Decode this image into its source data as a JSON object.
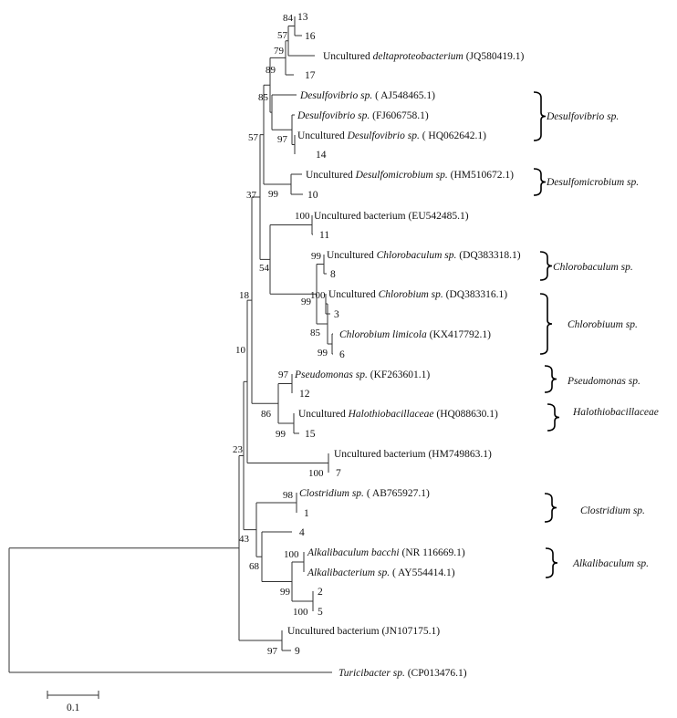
{
  "tree": {
    "leaves": {
      "l13": [
        {
          "t": "13",
          "i": false
        }
      ],
      "l16": [
        {
          "t": "16",
          "i": false
        }
      ],
      "jq580419": [
        {
          "t": "Uncultured ",
          "i": false
        },
        {
          "t": "deltaproteobacterium",
          "i": true
        },
        {
          "t": " (JQ580419.1)",
          "i": false
        }
      ],
      "l17": [
        {
          "t": "17",
          "i": false
        }
      ],
      "aj548465": [
        {
          "t": "Desulfovibrio sp.",
          "i": true
        },
        {
          "t": " ( AJ548465.1)",
          "i": false
        }
      ],
      "fj606758": [
        {
          "t": "Desulfovibrio sp.",
          "i": true
        },
        {
          "t": " (FJ606758.1)",
          "i": false
        }
      ],
      "hq062642": [
        {
          "t": "Uncultured ",
          "i": false
        },
        {
          "t": "Desulfovibrio sp.",
          "i": true
        },
        {
          "t": " ( HQ062642.1)",
          "i": false
        }
      ],
      "l14": [
        {
          "t": "14",
          "i": false
        }
      ],
      "hm510672": [
        {
          "t": "Uncultured ",
          "i": false
        },
        {
          "t": "Desulfomicrobium sp.",
          "i": true
        },
        {
          "t": " (HM510672.1)",
          "i": false
        }
      ],
      "l10": [
        {
          "t": "10",
          "i": false
        }
      ],
      "eu542485": [
        {
          "t": "Uncultured bacterium (EU542485.1)",
          "i": false
        }
      ],
      "l11": [
        {
          "t": "11",
          "i": false
        }
      ],
      "dq383318": [
        {
          "t": "Uncultured ",
          "i": false
        },
        {
          "t": "Chlorobaculum sp.",
          "i": true
        },
        {
          "t": " (DQ383318.1)",
          "i": false
        }
      ],
      "l8": [
        {
          "t": "8",
          "i": false
        }
      ],
      "dq383316": [
        {
          "t": "Uncultured ",
          "i": false
        },
        {
          "t": "Chlorobium sp.",
          "i": true
        },
        {
          "t": " (DQ383316.1)",
          "i": false
        }
      ],
      "l3": [
        {
          "t": "3",
          "i": false
        }
      ],
      "kx417792": [
        {
          "t": "Chlorobium limicola",
          "i": true
        },
        {
          "t": " (KX417792.1)",
          "i": false
        }
      ],
      "l6": [
        {
          "t": "6",
          "i": false
        }
      ],
      "kf263601": [
        {
          "t": "Pseudomonas sp.",
          "i": true
        },
        {
          "t": " (KF263601.1)",
          "i": false
        }
      ],
      "l12": [
        {
          "t": "12",
          "i": false
        }
      ],
      "hq088630": [
        {
          "t": "Uncultured ",
          "i": false
        },
        {
          "t": "Halothiobacillaceae",
          "i": true
        },
        {
          "t": " (HQ088630.1)",
          "i": false
        }
      ],
      "l15": [
        {
          "t": "15",
          "i": false
        }
      ],
      "hm749863": [
        {
          "t": "Uncultured bacterium (HM749863.1)",
          "i": false
        }
      ],
      "l7": [
        {
          "t": "7",
          "i": false
        }
      ],
      "ab765927": [
        {
          "t": "Clostridium sp.",
          "i": true
        },
        {
          "t": " ( AB765927.1)",
          "i": false
        }
      ],
      "l1": [
        {
          "t": "1",
          "i": false
        }
      ],
      "l4": [
        {
          "t": "4",
          "i": false
        }
      ],
      "nr116669": [
        {
          "t": "Alkalibaculum bacchi",
          "i": true
        },
        {
          "t": " (NR 116669.1)",
          "i": false
        }
      ],
      "ay554414": [
        {
          "t": "Alkalibacterium sp.",
          "i": true
        },
        {
          "t": " ( AY554414.1)",
          "i": false
        }
      ],
      "l2": [
        {
          "t": "2",
          "i": false
        }
      ],
      "l5": [
        {
          "t": "5",
          "i": false
        }
      ],
      "jn107175": [
        {
          "t": "Uncultured bacterium (JN107175.1)",
          "i": false
        }
      ],
      "l9": [
        {
          "t": "9",
          "i": false
        }
      ],
      "cp013476": [
        {
          "t": "Turicibacter sp.",
          "i": true
        },
        {
          "t": " (CP013476.1)",
          "i": false
        }
      ]
    },
    "bootstrap": {
      "b84": "84",
      "b57a": "57",
      "b79": "79",
      "b89": "89",
      "b85": "85",
      "b97a": "97",
      "b57b": "57",
      "b99a": "99",
      "b37": "37",
      "b100a": "100",
      "b54": "54",
      "b99b": "99",
      "b99c": "99",
      "b100b": "100",
      "b85b": "85",
      "b99d": "99",
      "b18": "18",
      "b97b": "97",
      "b10": "10",
      "b86": "86",
      "b99e": "99",
      "b100c": "100",
      "b23": "23",
      "b98": "98",
      "b43": "43",
      "b100d": "100",
      "b68": "68",
      "b99f": "99",
      "b100e": "100",
      "b97c": "97"
    },
    "clades": {
      "desulfovibrio": "Desulfovibrio sp.",
      "desulfomicrobium": "Desulfomicrobium sp.",
      "chlorobaculum": "Chlorobaculum sp.",
      "chlorobium": "Chlorobiuum sp.",
      "pseudomonas": "Pseudomonas sp.",
      "halothio": "Halothiobacillaceae",
      "clostridium": "Clostridium sp.",
      "alkalibaculum": "Alkalibaculum sp."
    },
    "scale_label": "0.1"
  }
}
